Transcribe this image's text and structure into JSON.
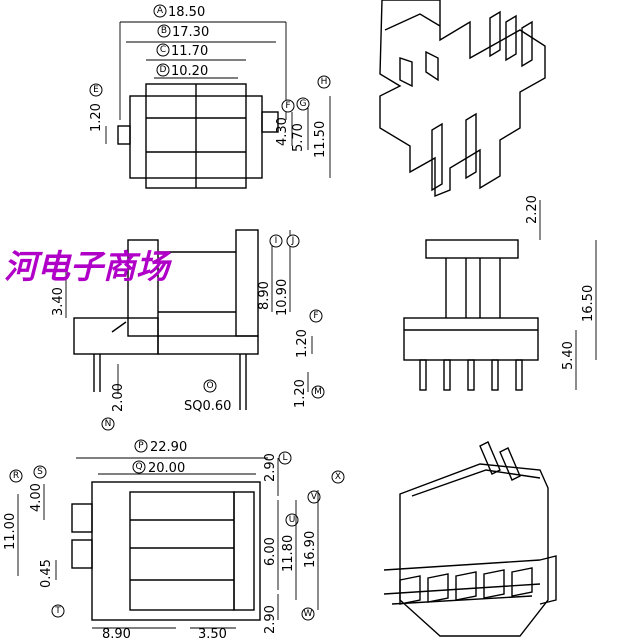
{
  "watermark": "河电子商场",
  "top_view": {
    "dims": {
      "A": "18.50",
      "B": "17.30",
      "C": "11.70",
      "D": "10.20",
      "E": "1.20",
      "F": "4.30",
      "G": "5.70",
      "H": "11.50"
    },
    "labels": {
      "A": "A",
      "B": "B",
      "C": "C",
      "D": "D",
      "E": "E",
      "F": "F",
      "G": "G",
      "H": "H"
    }
  },
  "side_view": {
    "dims": {
      "I": "8.90",
      "J": "10.90",
      "left": "3.40",
      "F": "1.20",
      "M": "1.20",
      "N": "2.00",
      "sq": "SQ0.60"
    },
    "labels": {
      "I": "I",
      "J": "J",
      "F": "F",
      "O": "O",
      "M": "M",
      "N": "N"
    }
  },
  "front_view": {
    "dims": {
      "top": "2.20",
      "total": "16.50",
      "pin": "5.40"
    }
  },
  "bottom_view": {
    "dims": {
      "P": "22.90",
      "Q": "20.00",
      "L": "2.90",
      "left": "11.00",
      "S": "4.00",
      "T": "0.45",
      "mid1": "6.00",
      "V": "11.80",
      "X": "16.90",
      "R": "2.90",
      "bl": "8.90",
      "br": "3.50"
    },
    "labels": {
      "P": "P",
      "Q": "Q",
      "L": "L",
      "R": "R",
      "S": "S",
      "T": "T",
      "U": "U",
      "V": "V",
      "X": "X",
      "W": "W"
    }
  }
}
